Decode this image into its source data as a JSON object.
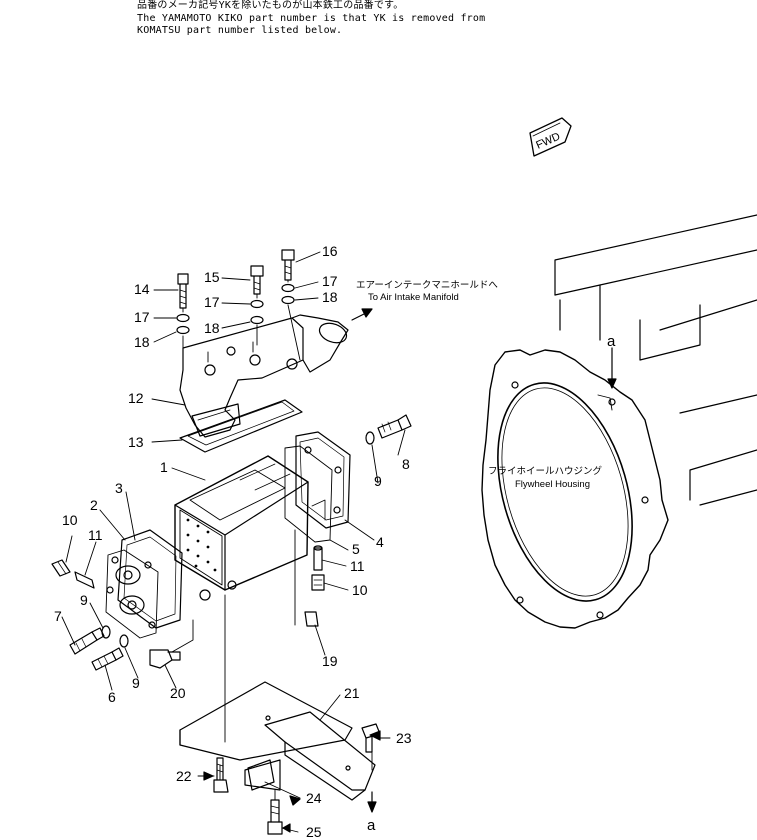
{
  "header_note": {
    "line_jp": "品番のメーカ記号YKを除いたものが山本鉄工の品番です。",
    "line_en_1": "The YAMAMOTO KIKO part number is that YK is removed from",
    "line_en_2": "KOMATSU part number listed below."
  },
  "fwd_tag": "FWD",
  "labels": {
    "intake_jp": "エアーインテークマニホールドへ",
    "intake_en": "To Air Intake Manifold",
    "flywheel_jp": "フライホイールハウジング",
    "flywheel_en": "Flywheel Housing",
    "ref_a_top": "a",
    "ref_a_bottom": "a"
  },
  "callouts": {
    "p1": "1",
    "p2": "2",
    "p3": "3",
    "p4": "4",
    "p5": "5",
    "p6": "6",
    "p7": "7",
    "p8": "8",
    "p9a": "9",
    "p9b": "9",
    "p9c": "9",
    "p10a": "10",
    "p10b": "10",
    "p11a": "11",
    "p11b": "11",
    "p12": "12",
    "p13": "13",
    "p14": "14",
    "p15": "15",
    "p16": "16",
    "p17a": "17",
    "p17b": "17",
    "p17c": "17",
    "p18a": "18",
    "p18b": "18",
    "p18c": "18",
    "p19": "19",
    "p20": "20",
    "p21": "21",
    "p22": "22",
    "p23": "23",
    "p24": "24",
    "p25": "25"
  }
}
